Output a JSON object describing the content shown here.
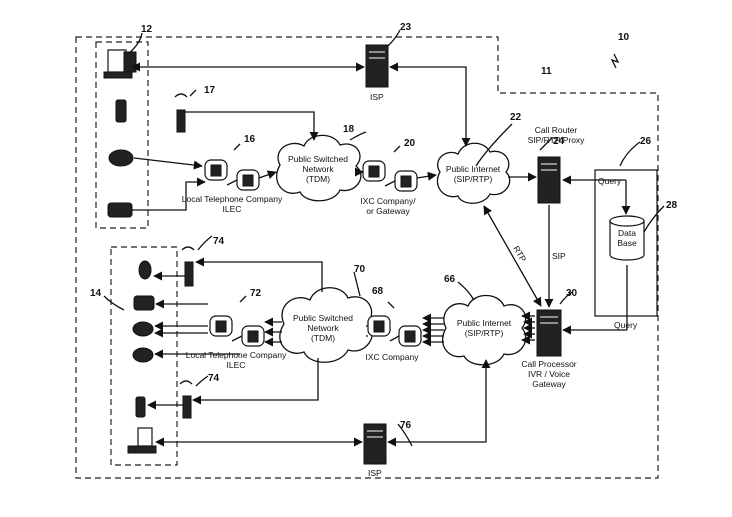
{
  "figure_number": "10",
  "refs": {
    "subscribers_top": "12",
    "isp_top": "23",
    "antenna_top": "17",
    "ilec_top_ref": "16",
    "pstn_top_ref": "18",
    "ixc_top_ref": "20",
    "internet_top_ref": "22",
    "router_ref": "24",
    "box_ref": "26",
    "db_ref": "28",
    "processor_ref": "30",
    "internet_bottom_ref": "66",
    "ixc_bottom_ref": "68",
    "pstn_bottom_ref": "70",
    "ilec_bottom_ref": "72",
    "antenna_bottom_ref_1": "74",
    "antenna_bottom_ref_2": "74",
    "isp_bottom_ref": "76",
    "subscribers_bottom": "14",
    "boundary_ref": "11"
  },
  "labels": {
    "isp_top": "ISP",
    "isp_bottom": "ISP",
    "pstn_top": [
      "Public Switched",
      "Network",
      "(TDM)"
    ],
    "pstn_bottom": [
      "Public Switched",
      "Network",
      "(TDM)"
    ],
    "ilec_top": [
      "Local Telephone Company",
      "ILEC"
    ],
    "ilec_bottom": [
      "Local Telephone Company",
      "ILEC"
    ],
    "ixc_top": [
      "IXC Company/",
      "or Gateway"
    ],
    "ixc_bottom": "IXC Company",
    "internet_top": [
      "Public Internet",
      "(SIP/RTP)"
    ],
    "internet_bottom": [
      "Public Internet",
      "(SIP/RTP)"
    ],
    "router": [
      "Call Router",
      "SIP/RTP Proxy"
    ],
    "processor": [
      "Call Processor",
      "IVR / Voice",
      "Gateway"
    ],
    "database": [
      "Data",
      "Base"
    ],
    "query_top": "Query",
    "query_bottom": "Query",
    "rtp": "RTP",
    "sip": "SIP"
  }
}
